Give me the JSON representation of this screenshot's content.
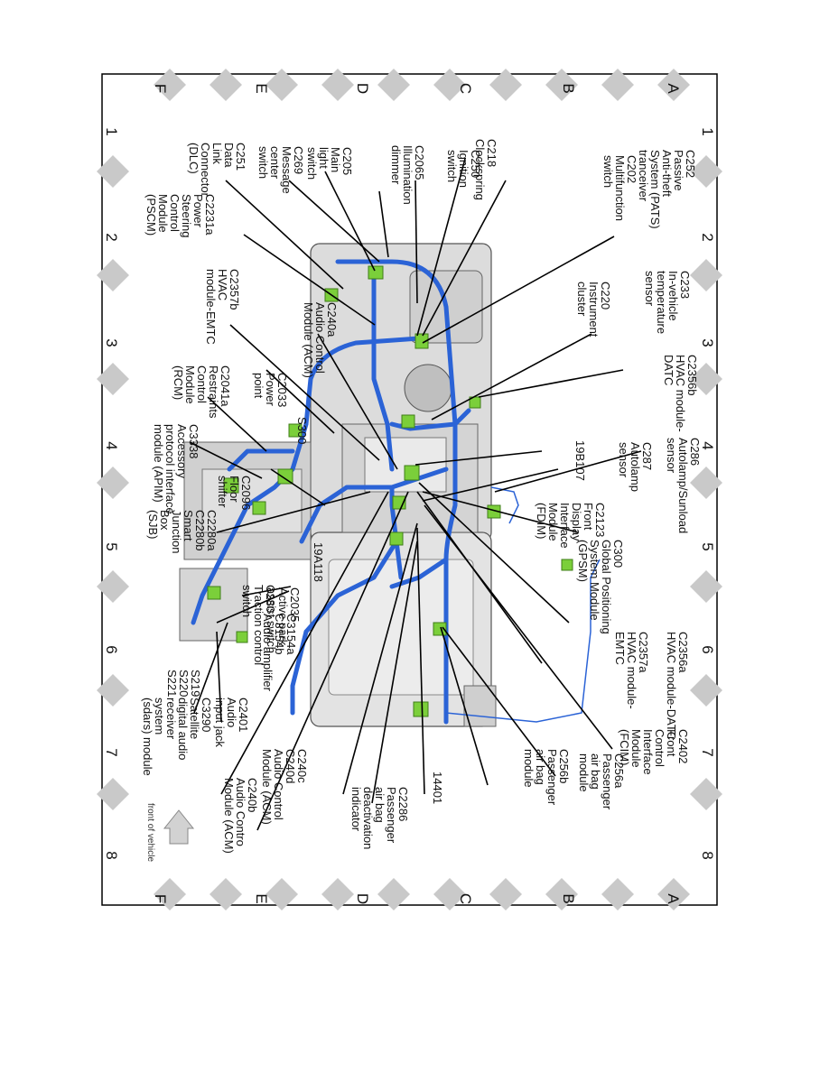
{
  "grid": {
    "rows": [
      "A",
      "B",
      "C",
      "D",
      "E",
      "F"
    ],
    "cols": [
      "1",
      "2",
      "3",
      "4",
      "5",
      "6",
      "7",
      "8"
    ]
  },
  "orientation": {
    "front_label": "front of vehicle",
    "arrow_icon": "arrow-right-icon"
  },
  "labels": [
    "C252\nPassive\nAnti-theft\nSystem (PATS)\ntranceiver",
    "C202\nMultifunction\nswitch",
    "C218\nClockspring",
    "C250\nIgnition\nswitch",
    "C2065\nIllumination\ndimmer",
    "C205\nMain\nlight\nswitch",
    "C269\nMessage\ncenter\nswitch",
    "C251\nData\nLink\nConnector\n(DLC)",
    "C2231a\nPower\nSteering\nControl\nModule\n(PSCM)",
    "C233\nIn-vehicle\ntemperature\nsensor",
    "C220\nInstrument\ncluster",
    "C240a\nAudio Control\nModule (ACM)",
    "C2357b\nHVAC\nmodule-EMTC",
    "C2356b\nHVAC module-\nDATC",
    "C2033\nPower\npoint",
    "C2041a\nRestraints\nControl\nModule\n(RCM)",
    "S300",
    "C3338\nAccessory\nprotocol interface\nmodule (APIM)",
    "C286\nAutolamp/Sunload\nsensor",
    "C287\nAutolamp\nsensor",
    "19B107",
    "C2123\nFront\nDisplay\nInterface\nModule\n(FDIM)",
    "C2096\nFloor\nshifter",
    "C2280a\nC2280b\nSmart\nJunction\nBox\n(SJB)",
    "C300\nGlobal Positioning\nSystem Module\n(GPSM)",
    "19A118",
    "C2035\nActive park\nassist switch",
    "C280\nTraction control\nswitch",
    "C3154a\nC3154b\nAudio amplifier",
    "C2356a\nHVAC module-DATC",
    "C2357a\nHVAC module-\nEMTC",
    "S219\nS220\nS221",
    "C3290\nSatellite\ndigital audio\nreceiver\nsystem\n(sdars) module",
    "C2401\nAudio\ninput jack",
    "C2402\nFront\nControl\nInterface\nModule\n(FCIM)",
    "C256a\nPassenger\nair bag\nmodule",
    "C256b\nPassenger\nair bag\nmodule",
    "14401",
    "C240c\nC240d\nAudio Control\nModule (ACM)",
    "C2286\nPassenger\nair bag\ndeactivation\nindicator",
    "C240b\nAudio Contro\nModule (ACM)"
  ]
}
